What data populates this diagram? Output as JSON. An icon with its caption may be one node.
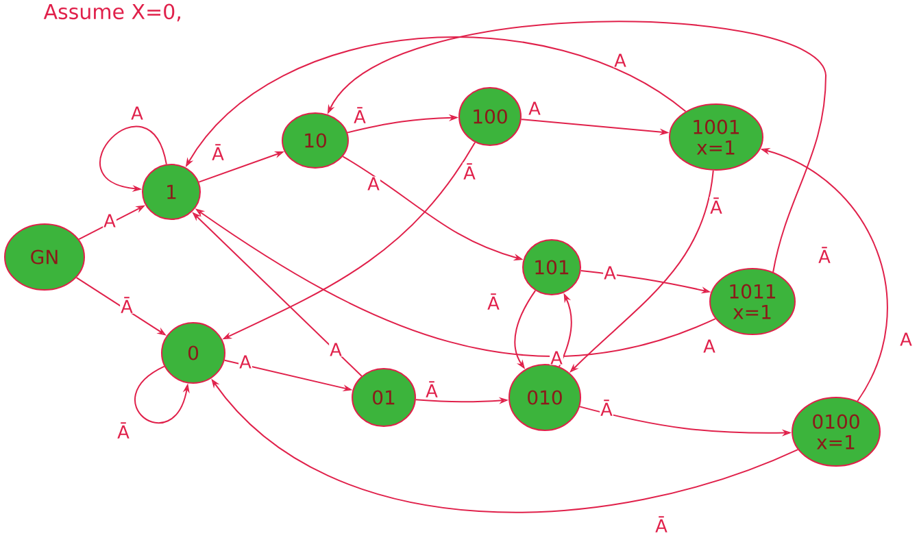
{
  "diagram": {
    "title": "Assume X=0,",
    "nodes": [
      {
        "text": [
          "GN"
        ]
      },
      {
        "text": [
          "1"
        ]
      },
      {
        "text": [
          "0"
        ]
      },
      {
        "text": [
          "10"
        ]
      },
      {
        "text": [
          "100"
        ]
      },
      {
        "text": [
          "1001",
          "x=1"
        ]
      },
      {
        "text": [
          "101"
        ]
      },
      {
        "text": [
          "01"
        ]
      },
      {
        "text": [
          "1011",
          "x=1"
        ]
      },
      {
        "text": [
          "010"
        ]
      },
      {
        "text": [
          "0100",
          "x=1"
        ]
      }
    ],
    "edges": [
      {
        "from": 0,
        "to": 1,
        "arrow": "to",
        "label": "A"
      },
      {
        "from": 0,
        "to": 2,
        "arrow": "to",
        "label": "Ā"
      },
      {
        "from": 1,
        "to": 1,
        "arrow": "to",
        "label": "A"
      },
      {
        "from": 1,
        "to": 3,
        "arrow": "to",
        "label": "Ā"
      },
      {
        "from": 3,
        "to": 4,
        "arrow": "to",
        "label": "Ā"
      },
      {
        "from": 3,
        "to": 6,
        "arrow": "to",
        "label": "A"
      },
      {
        "from": 4,
        "to": 5,
        "arrow": "to",
        "label": "A"
      },
      {
        "from": 4,
        "to": 2,
        "arrow": "to",
        "label": "Ā"
      },
      {
        "from": 5,
        "to": 1,
        "arrow": "to",
        "label": "A"
      },
      {
        "from": 5,
        "to": 9,
        "arrow": "to",
        "label": "Ā"
      },
      {
        "from": 6,
        "to": 8,
        "arrow": "to",
        "label": "A"
      },
      {
        "from": 6,
        "to": 9,
        "arrow": "to",
        "label": "Ā"
      },
      {
        "from": 9,
        "to": 6,
        "arrow": "to",
        "label": "A"
      },
      {
        "from": 8,
        "to": 3,
        "arrow": "to",
        "label": "Ā"
      },
      {
        "from": 8,
        "to": 1,
        "arrow": "to",
        "label": "A"
      },
      {
        "from": 2,
        "to": 2,
        "arrow": "to",
        "label": "Ā"
      },
      {
        "from": 2,
        "to": 7,
        "arrow": "to",
        "label": "A"
      },
      {
        "from": 7,
        "to": 1,
        "arrow": "to",
        "label": "A"
      },
      {
        "from": 7,
        "to": 9,
        "arrow": "to",
        "label": "Ā"
      },
      {
        "from": 9,
        "to": 10,
        "arrow": "to",
        "label": "Ā"
      },
      {
        "from": 10,
        "to": 5,
        "arrow": "to",
        "label": "A"
      },
      {
        "from": 10,
        "to": 2,
        "arrow": "to",
        "label": "Ā"
      }
    ]
  }
}
